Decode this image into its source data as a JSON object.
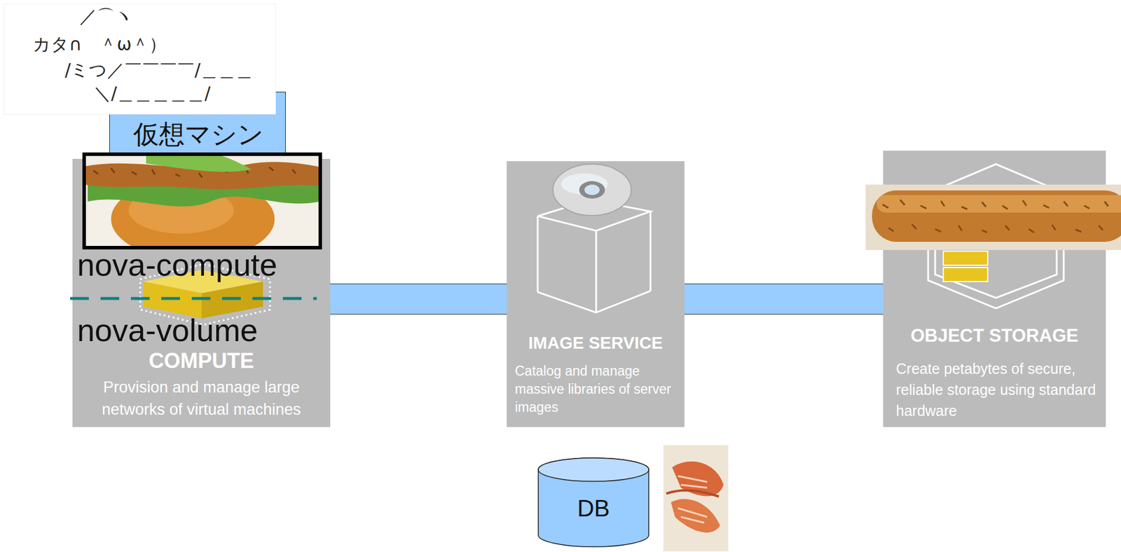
{
  "diagram": {
    "nodes": [
      {
        "text": [
          "仮想マシン"
        ]
      },
      {
        "text": [
          "nova-compute",
          "nova-volume",
          "COMPUTE",
          "Provision and manage large networks of virtual machines"
        ]
      },
      {
        "text": [
          "IMAGE SERVICE",
          "Catalog and manage massive libraries of server images"
        ]
      },
      {
        "text": [
          "OBJECT STORAGE",
          "Create petabytes of secure, reliable storage using standard hardware"
        ]
      },
      {
        "text": [
          "DB"
        ]
      }
    ],
    "edges": [
      {
        "from": 1,
        "to": 2,
        "arrow": "none"
      },
      {
        "from": 2,
        "to": 3,
        "arrow": "none"
      }
    ],
    "labels": [
      "／⌒ヽ",
      "カタ∩　＾ω＾）",
      "/ミつ／￣￣￣￣/＿＿＿",
      "＼/＿＿＿＿＿/"
    ]
  }
}
